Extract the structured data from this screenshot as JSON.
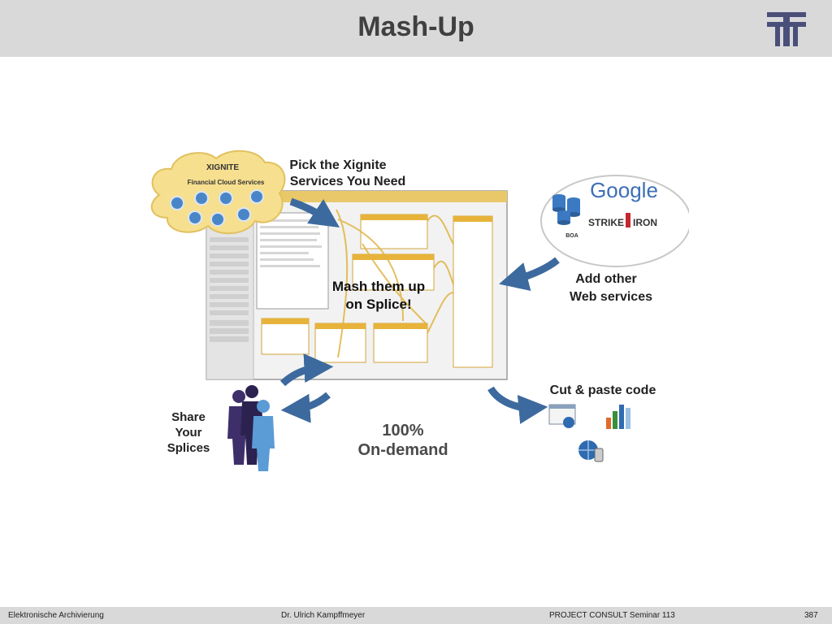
{
  "slide": {
    "title": "Mash-Up"
  },
  "figure": {
    "cloud": {
      "title": "XIGNITE",
      "subtitle": "Financial Cloud Services"
    },
    "step_pick": {
      "line1": "Pick the Xignite",
      "line2": "Services You Need"
    },
    "step_mash": {
      "line1": "Mash them up",
      "line2": "on Splice!"
    },
    "step_add": {
      "line1": "Add other",
      "line2": "Web services"
    },
    "step_cut": {
      "line1": "Cut & paste code"
    },
    "step_share": {
      "line1": "Share",
      "line2": "Your",
      "line3": "Splices"
    },
    "step_demand": {
      "line1": "100%",
      "line2": "On-demand"
    },
    "providers": {
      "google": "Google",
      "boa": "BOA",
      "strike": "STRIKE",
      "iron": "IRON"
    }
  },
  "footer": {
    "left": "Elektronische Archivierung",
    "center": "Dr. Ulrich Kampffmeyer",
    "right": "PROJECT CONSULT Seminar 113",
    "page": "387"
  },
  "colors": {
    "arrow": "#3d6a9e",
    "panel_header": "#e8b33a",
    "cloud_fill": "#f6df8f",
    "title_bar": "#d9d9d9"
  }
}
